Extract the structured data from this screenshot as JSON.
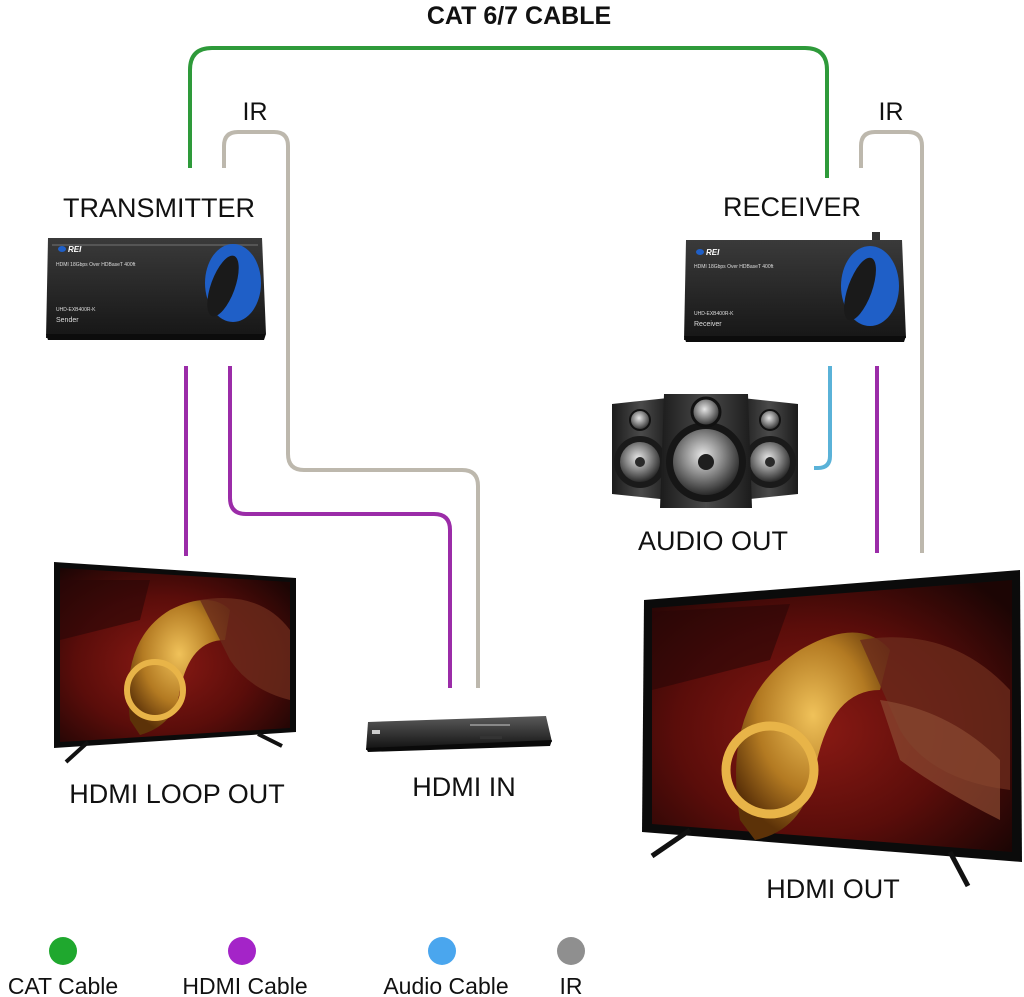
{
  "title": "CAT 6/7 CABLE",
  "transmitter": {
    "label": "TRANSMITTER",
    "ir_label": "IR",
    "device_line1": "HDMI 18Gbps Over HDBaseT 400ft",
    "device_model": "UHD-EXB400R-K",
    "device_role": "Sender"
  },
  "receiver": {
    "label": "RECEIVER",
    "ir_label": "IR",
    "device_line1": "HDMI 18Gbps Over HDBaseT 400ft",
    "device_model": "UHD-EXB400R-K",
    "device_role": "Receiver"
  },
  "outputs": {
    "audio_out": "AUDIO OUT",
    "hdmi_loop_out": "HDMI LOOP OUT",
    "hdmi_in": "HDMI IN",
    "hdmi_out": "HDMI OUT"
  },
  "legend": [
    {
      "label": "CAT Cable",
      "color": "#1fa82e"
    },
    {
      "label": "HDMI Cable",
      "color": "#a424c8"
    },
    {
      "label": "Audio Cable",
      "color": "#4aa6ee"
    },
    {
      "label": "IR",
      "color": "#8f8f8f"
    }
  ],
  "colors": {
    "cat": "#2e9a3a",
    "hdmi": "#9b2ca8",
    "audio": "#5ab2d8",
    "ir": "#bdb8ad",
    "brand_blue": "#1f5fc7"
  },
  "icons": [
    "orei-logo-icon",
    "speaker-icon",
    "dvd-player-icon",
    "tv-icon"
  ]
}
